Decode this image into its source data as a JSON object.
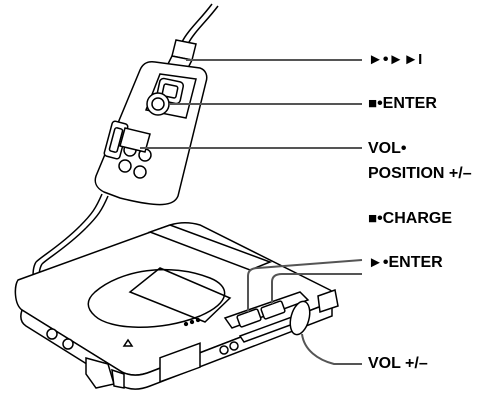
{
  "labels": {
    "play_next": {
      "play_symbol": "►",
      "sep": "•",
      "next_symbol": "►►I"
    },
    "stop_enter_remote": {
      "stop_symbol": "■",
      "sep": "•",
      "text": "ENTER"
    },
    "vol_position": {
      "line1": "VOL•",
      "line2": "POSITION +/–"
    },
    "stop_charge": {
      "stop_symbol": "■",
      "sep": "•",
      "text": "CHARGE"
    },
    "play_enter_main": {
      "play_symbol": "►",
      "sep": "•",
      "text": "ENTER"
    },
    "vol_main": {
      "text": "VOL +/–"
    }
  },
  "colors": {
    "line": "#000000",
    "callout": "#555555",
    "background": "#ffffff"
  }
}
